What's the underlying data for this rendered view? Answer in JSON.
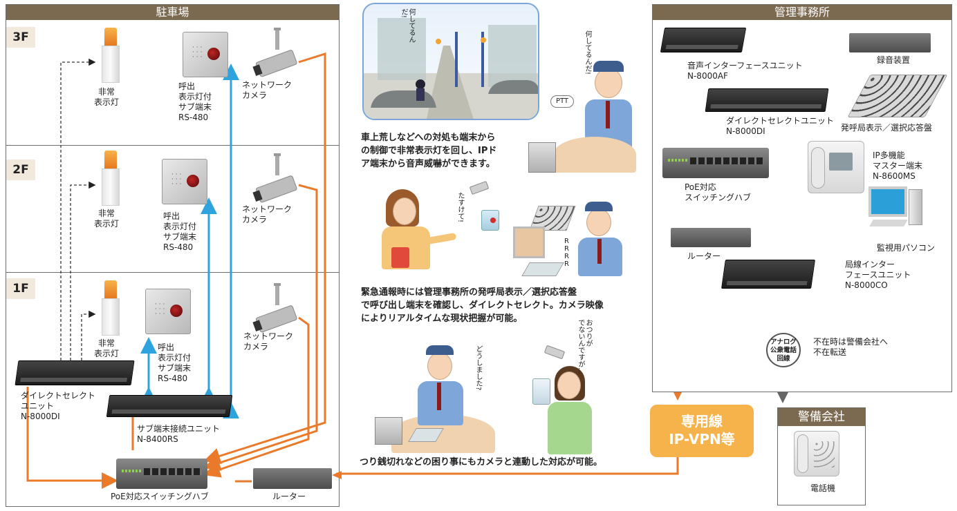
{
  "parking": {
    "title": "駐車場",
    "floors": [
      "3F",
      "2F",
      "1F"
    ],
    "emergency_light": "非常\n表示灯",
    "sub_terminal": "呼出\n表示灯付\nサブ端末\nRS-480",
    "network_camera": "ネットワーク\nカメラ",
    "direct_select_unit": "ダイレクトセレクト\nユニット\nN-8000DI",
    "sub_terminal_unit": "サブ端末接続ユニット\nN-8400RS",
    "poe_hub": "PoE対応スイッチングハブ",
    "router": "ルーター"
  },
  "office": {
    "title": "管理事務所",
    "audio_interface": "音声インターフェースユニット\nN-8000AF",
    "recorder": "録音装置",
    "direct_select_unit": "ダイレクトセレクトユニット\nN-8000DI",
    "call_station_panel": "発呼局表示／選択応答盤",
    "master_terminal": "IP多機能\nマスター端末\nN-8600MS",
    "poe_hub": "PoE対応\nスイッチングハブ",
    "router": "ルーター",
    "monitor_pc": "監視用パソコン",
    "line_interface": "局線インター\nフェースユニット\nN-8000CO",
    "analog_line": "アナログ\n公衆電話\n回線",
    "absence_transfer": "不在時は警備会社へ\n不在転送"
  },
  "security": {
    "title": "警備会社",
    "phone": "電話機"
  },
  "vpn": {
    "label": "専用線\nIP-VPN等"
  },
  "scenes": {
    "shout_1": "何してるんだ!",
    "shout_2": "何してるんだ!",
    "ptt": "PTT",
    "caption_1": "車上荒しなどへの対処も端末から\nの制御で非常表示灯を回し、IPド\nア端末から音声威嚇ができます。",
    "help": "たすけて!",
    "ring": "RRRR",
    "caption_2": "緊急通報時には管理事務所の発呼局表示／選択応答盤\nで呼び出し端末を確認し、ダイレクトセレクト。カメラ映像\nによりリアルタイムな現状把握が可能。",
    "what_happened": "どうしました?",
    "no_change": "おつりが\nでないんですが…",
    "caption_3": "つり銭切れなどの困り事にもカメラと連動した対応が可能。"
  }
}
